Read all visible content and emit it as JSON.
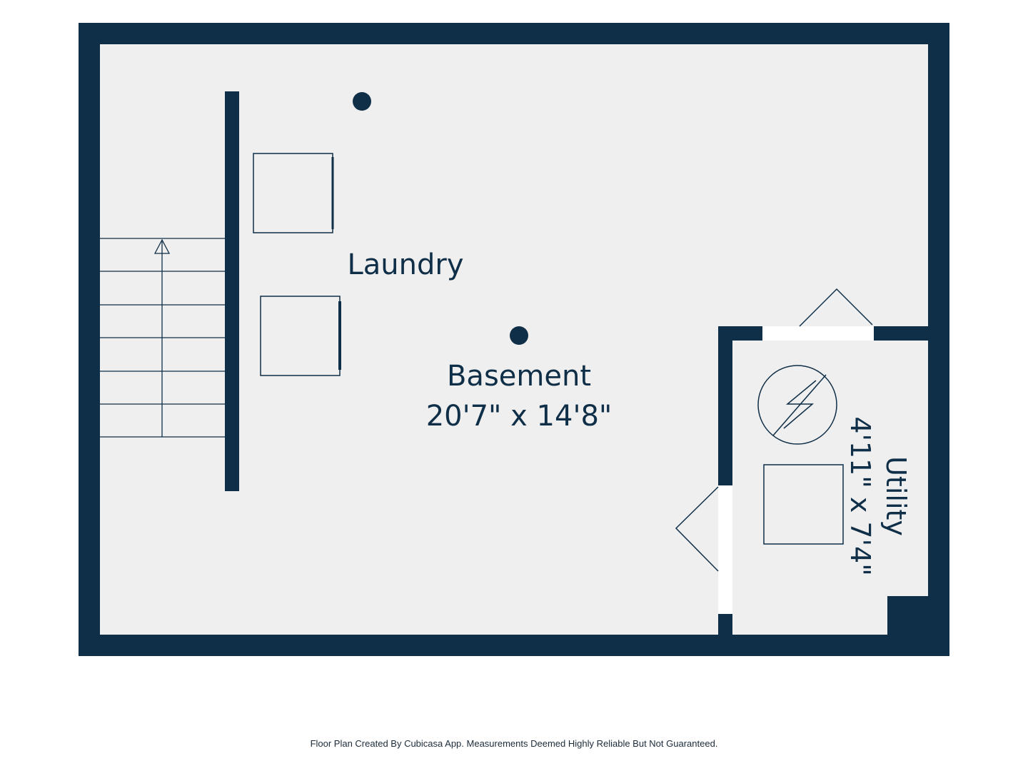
{
  "colors": {
    "wall": "#0f2e47",
    "floor": "#efefef",
    "background": "#ffffff",
    "line": "#0f2e47"
  },
  "rooms": {
    "laundry": {
      "name": "Laundry"
    },
    "basement": {
      "name": "Basement",
      "dimensions": "20'7\" x 14'8\""
    },
    "utility": {
      "name": "Utility",
      "dimensions": "4'11\" x 7'4\""
    }
  },
  "icons": {
    "stairs": "stairs-icon",
    "washer": "washer-icon",
    "dryer": "dryer-icon",
    "water_heater": "water-heater-icon",
    "furnace": "furnace-icon",
    "column": "column-icon"
  },
  "footer": {
    "disclaimer": "Floor Plan Created By Cubicasa App. Measurements Deemed Highly Reliable But Not Guaranteed."
  }
}
